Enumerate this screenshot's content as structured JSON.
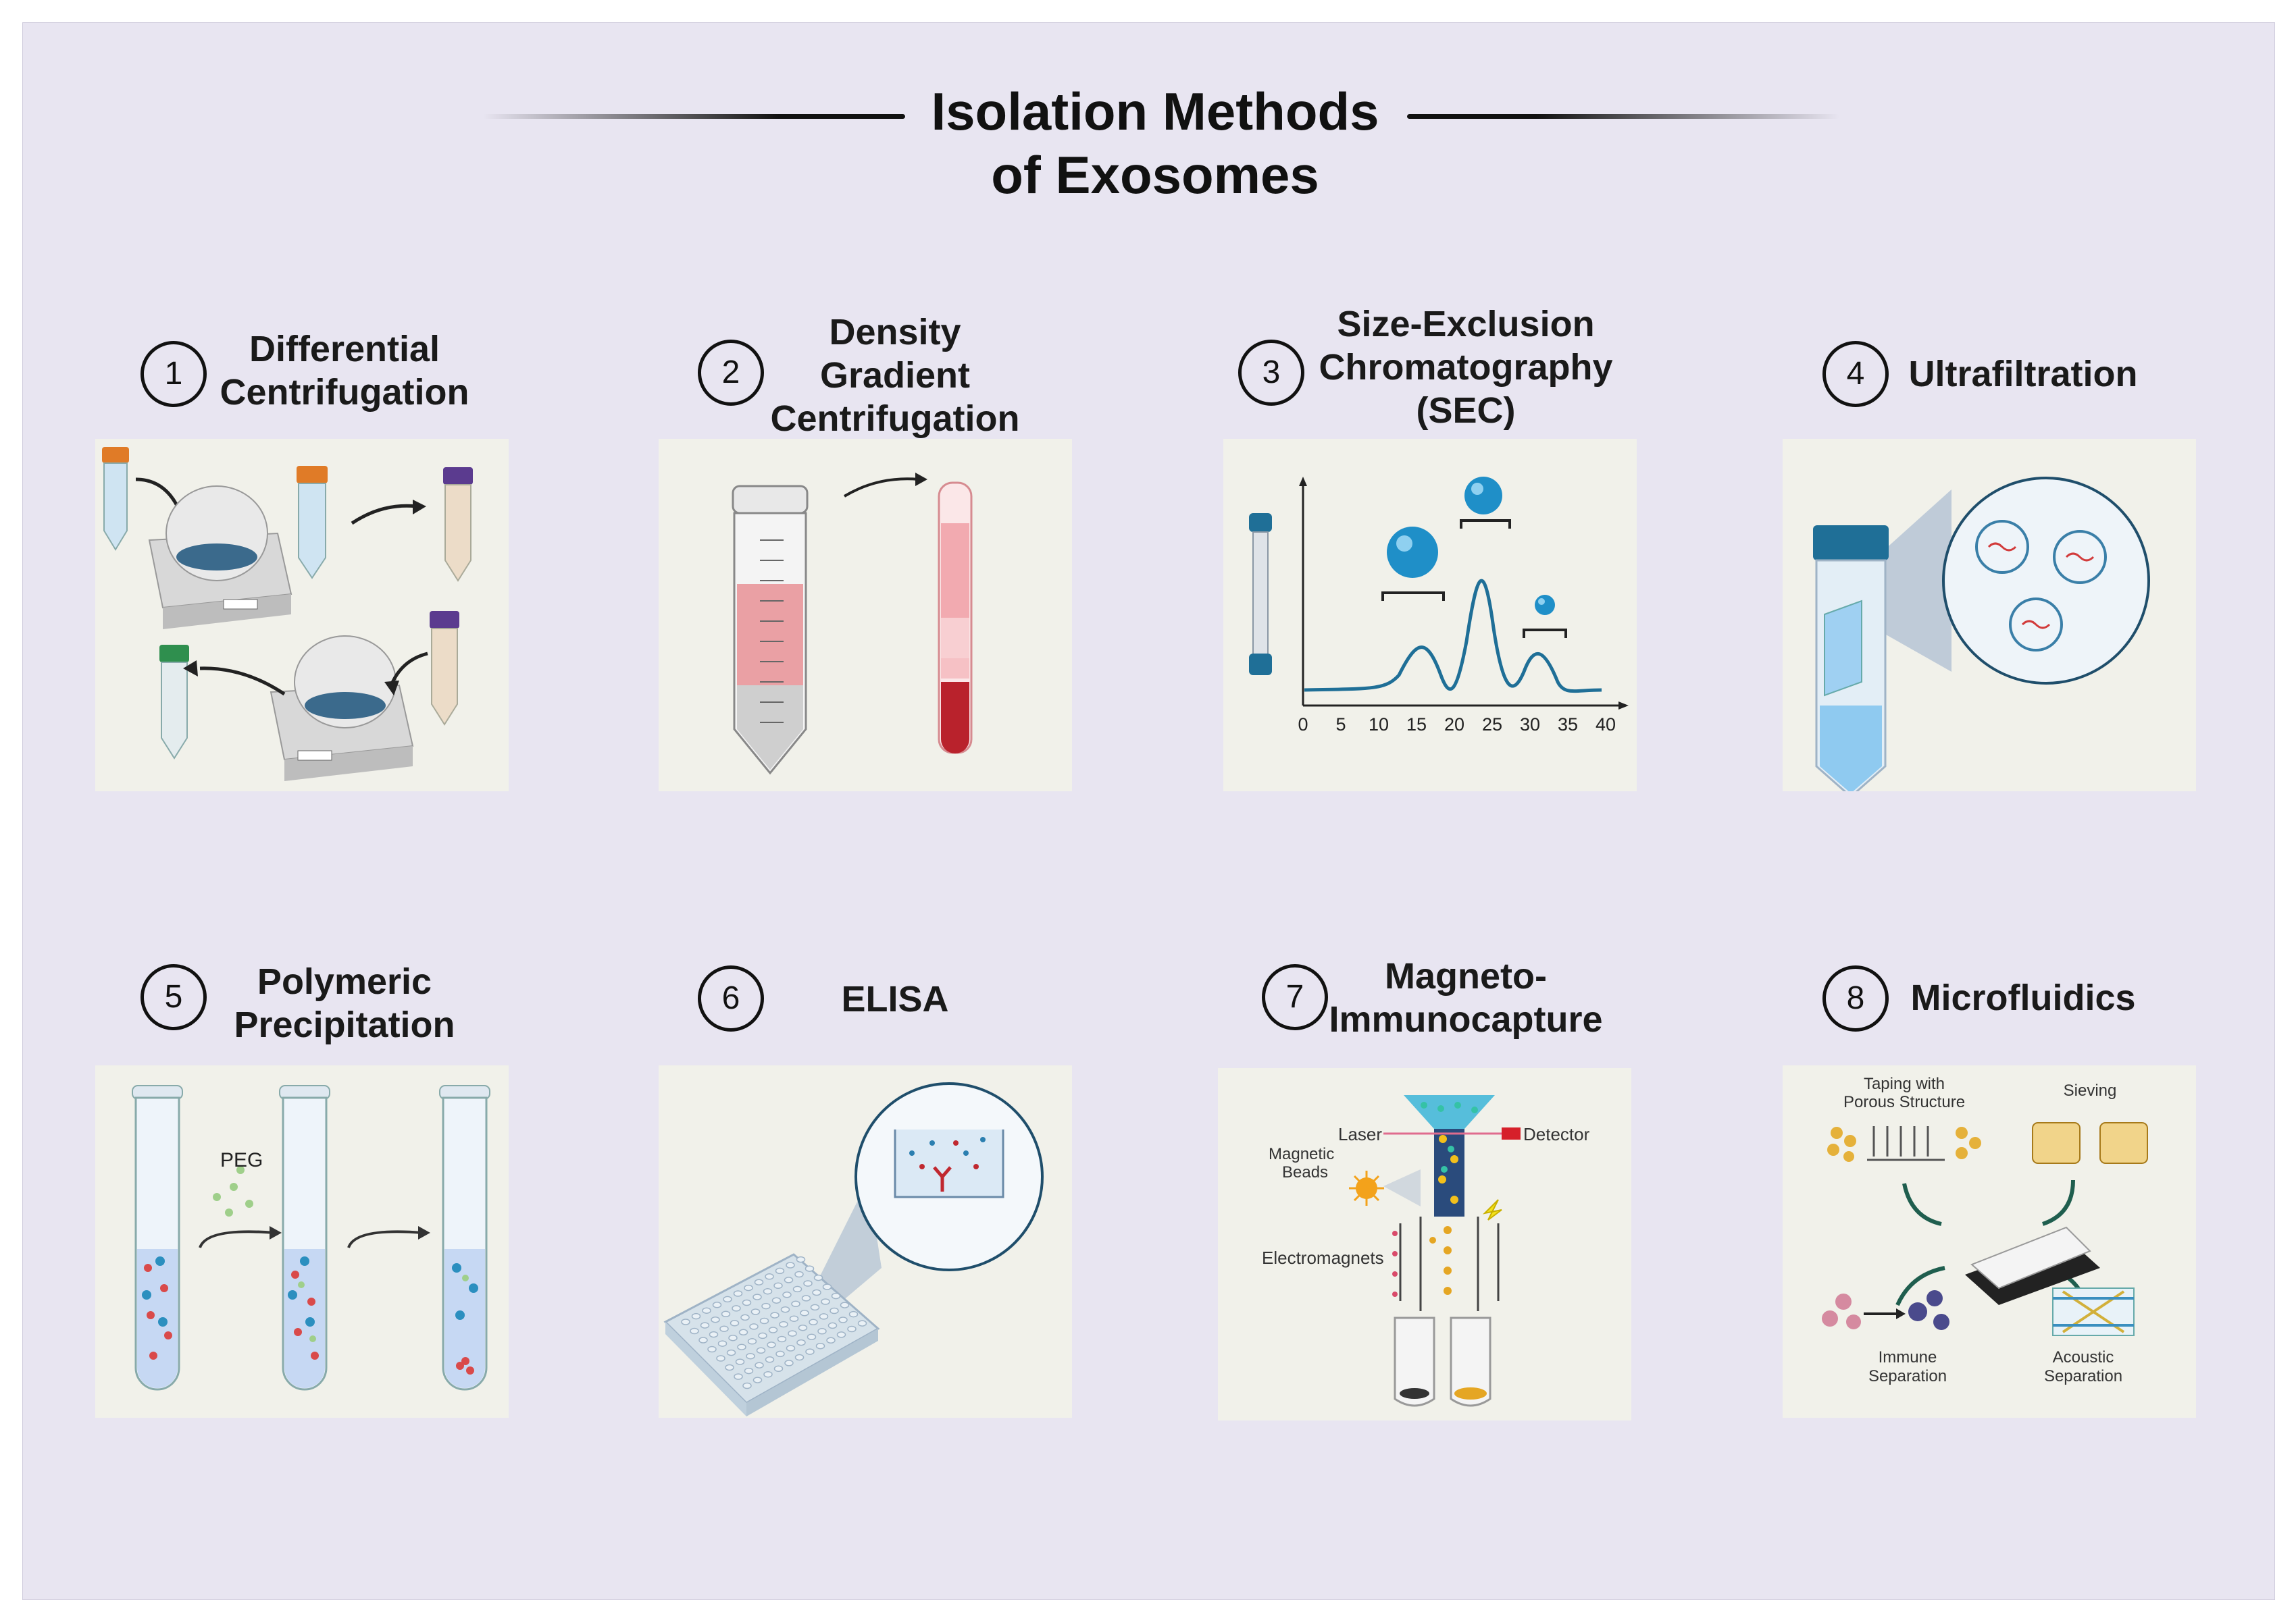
{
  "title": {
    "line1": "Isolation Methods",
    "line2": "of Exosomes"
  },
  "methods": [
    {
      "number": "1",
      "line1": "Differential",
      "line2": "Centrifugation",
      "line3": ""
    },
    {
      "number": "2",
      "line1": "Density",
      "line2": "Gradient",
      "line3": "Centrifugation"
    },
    {
      "number": "3",
      "line1": "Size-Exclusion",
      "line2": "Chromatography",
      "line3": "(SEC)"
    },
    {
      "number": "4",
      "line1": "Ultrafiltration",
      "line2": "",
      "line3": ""
    },
    {
      "number": "5",
      "line1": "Polymeric",
      "line2": "Precipitation",
      "line3": ""
    },
    {
      "number": "6",
      "line1": "ELISA",
      "line2": "",
      "line3": ""
    },
    {
      "number": "7",
      "line1": "Magneto-",
      "line2": "Immunocapture",
      "line3": ""
    },
    {
      "number": "8",
      "line1": "Microfluidics",
      "line2": "",
      "line3": ""
    }
  ],
  "sec_chart": {
    "x_ticks": [
      "0",
      "5",
      "10",
      "15",
      "20",
      "25",
      "30",
      "35",
      "40"
    ]
  },
  "polymeric": {
    "reagent": "PEG"
  },
  "magneto": {
    "laser": "Laser",
    "detector": "Detector",
    "beads_1": "Magnetic",
    "beads_2": "Beads",
    "electromagnets": "Electromagnets"
  },
  "microfluidics": {
    "taping_1": "Taping with",
    "taping_2": "Porous Structure",
    "sieving": "Sieving",
    "immune_1": "Immune",
    "immune_2": "Separation",
    "acoustic_1": "Acoustic",
    "acoustic_2": "Separation"
  },
  "colors": {
    "background": "#e8e5f1",
    "panel": "#f1f1ea",
    "accent_blue": "#1f6f97",
    "tube_red": "#c0282f"
  }
}
